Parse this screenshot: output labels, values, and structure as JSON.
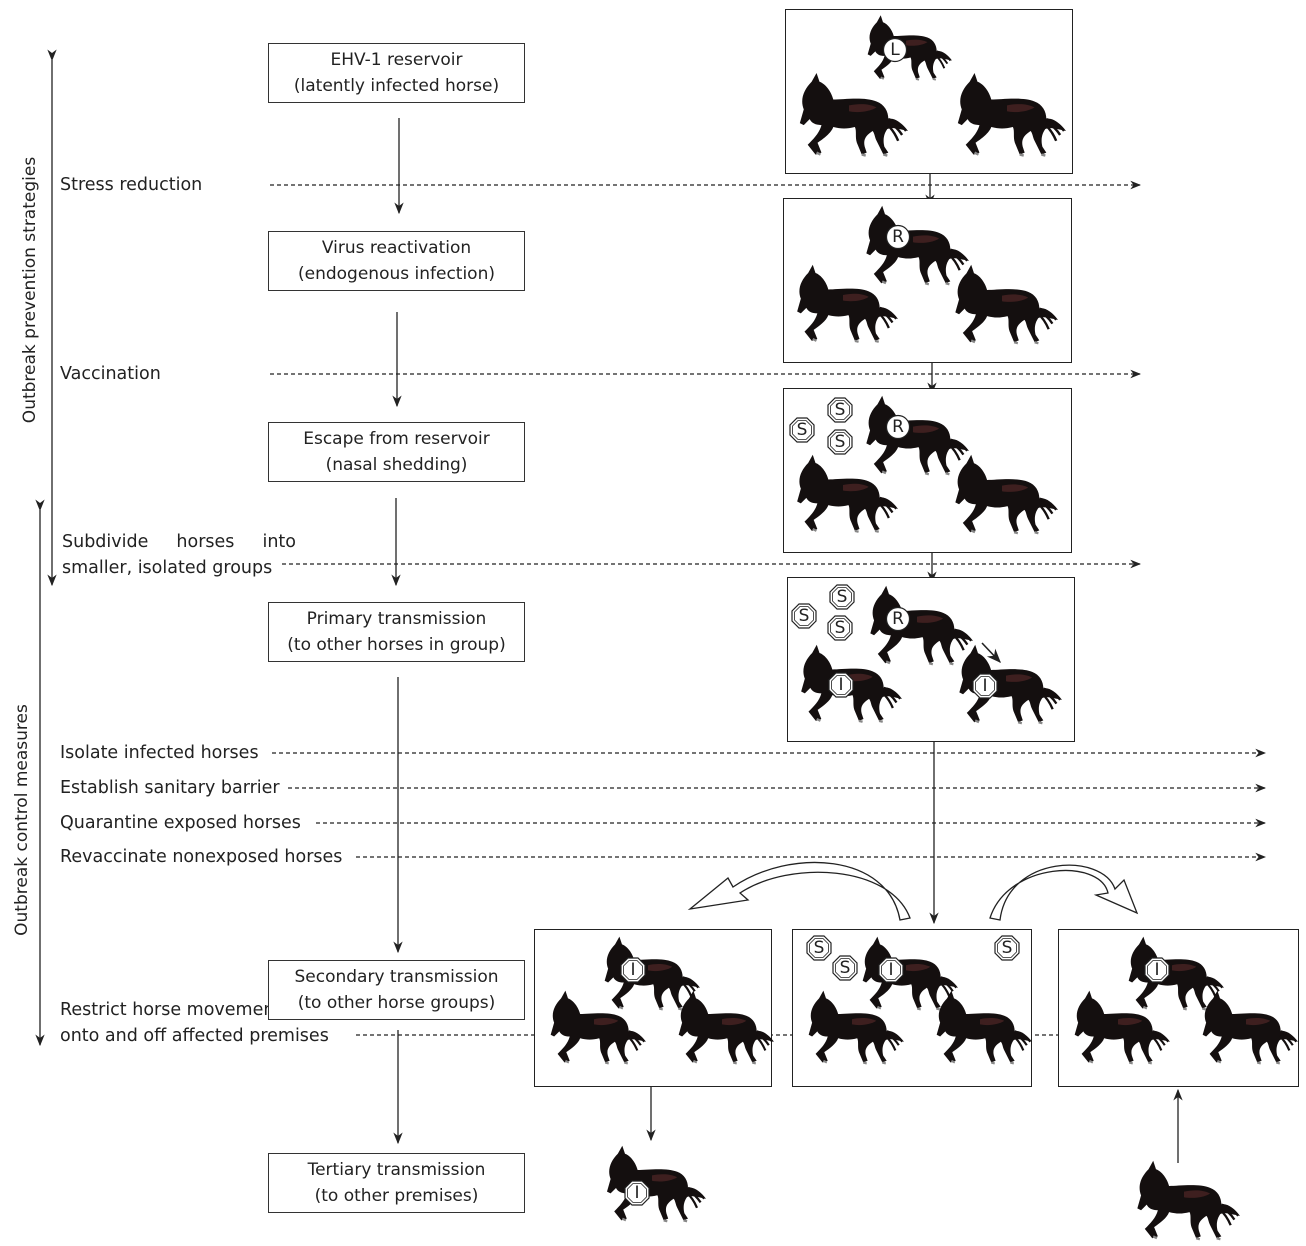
{
  "vertical_labels": {
    "prevention": "Outbreak prevention strategies",
    "control": "Outbreak control measures"
  },
  "stages": [
    {
      "line1": "EHV-1 reservoir",
      "line2": "(latently infected horse)"
    },
    {
      "line1": "Virus reactivation",
      "line2": "(endogenous infection)"
    },
    {
      "line1": "Escape from reservoir",
      "line2": "(nasal shedding)"
    },
    {
      "line1": "Primary transmission",
      "line2": "(to other horses in group)"
    },
    {
      "line1": "Secondary transmission",
      "line2": "(to other horse groups)"
    },
    {
      "line1": "Tertiary transmission",
      "line2": "(to other premises)"
    }
  ],
  "strategies": {
    "stress_reduction": "Stress reduction",
    "vaccination": "Vaccination",
    "subdivide_line1": "Subdivide horses into",
    "subdivide_line2": "smaller, isolated groups",
    "isolate": "Isolate infected horses",
    "sanitary": "Establish sanitary barrier",
    "quarantine": "Quarantine exposed horses",
    "revaccinate": "Revaccinate nonexposed horses",
    "restrict_line1": "Restrict horse movement",
    "restrict_line2": "onto and off affected premises"
  },
  "badges": {
    "latent": "L",
    "reactivated": "R",
    "shedding": "S",
    "infected": "I"
  },
  "colors": {
    "horse": "#140f0f",
    "horse_shade": "#5a2a2a",
    "line": "#222222"
  }
}
